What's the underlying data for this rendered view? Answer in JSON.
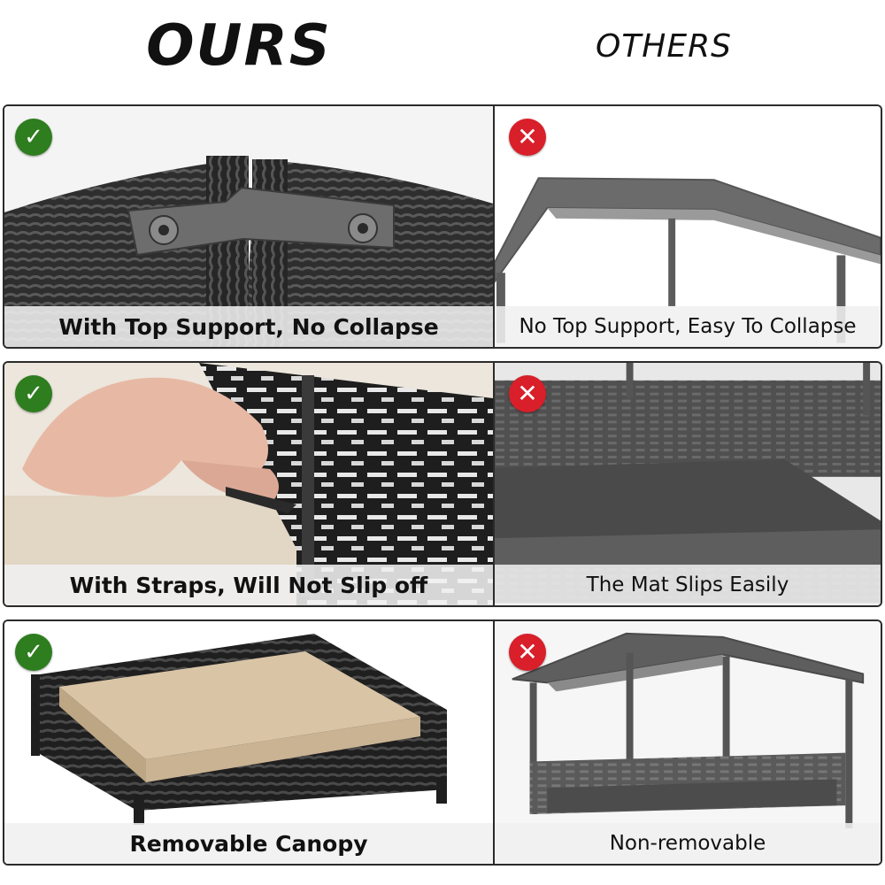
{
  "header": {
    "ours": "OURS",
    "others": "OTHERS"
  },
  "colors": {
    "check": "#2e7d1f",
    "cross": "#d81f2a"
  },
  "icons": {
    "check": "✓",
    "cross": "✕"
  },
  "rows": [
    {
      "ours_caption": "With Top Support, No Collapse",
      "others_caption": "No Top Support, Easy To Collapse"
    },
    {
      "ours_caption": "With Straps, Will Not Slip off",
      "others_caption": "The Mat Slips Easily"
    },
    {
      "ours_caption": "Removable Canopy",
      "others_caption": "Non-removable"
    }
  ]
}
